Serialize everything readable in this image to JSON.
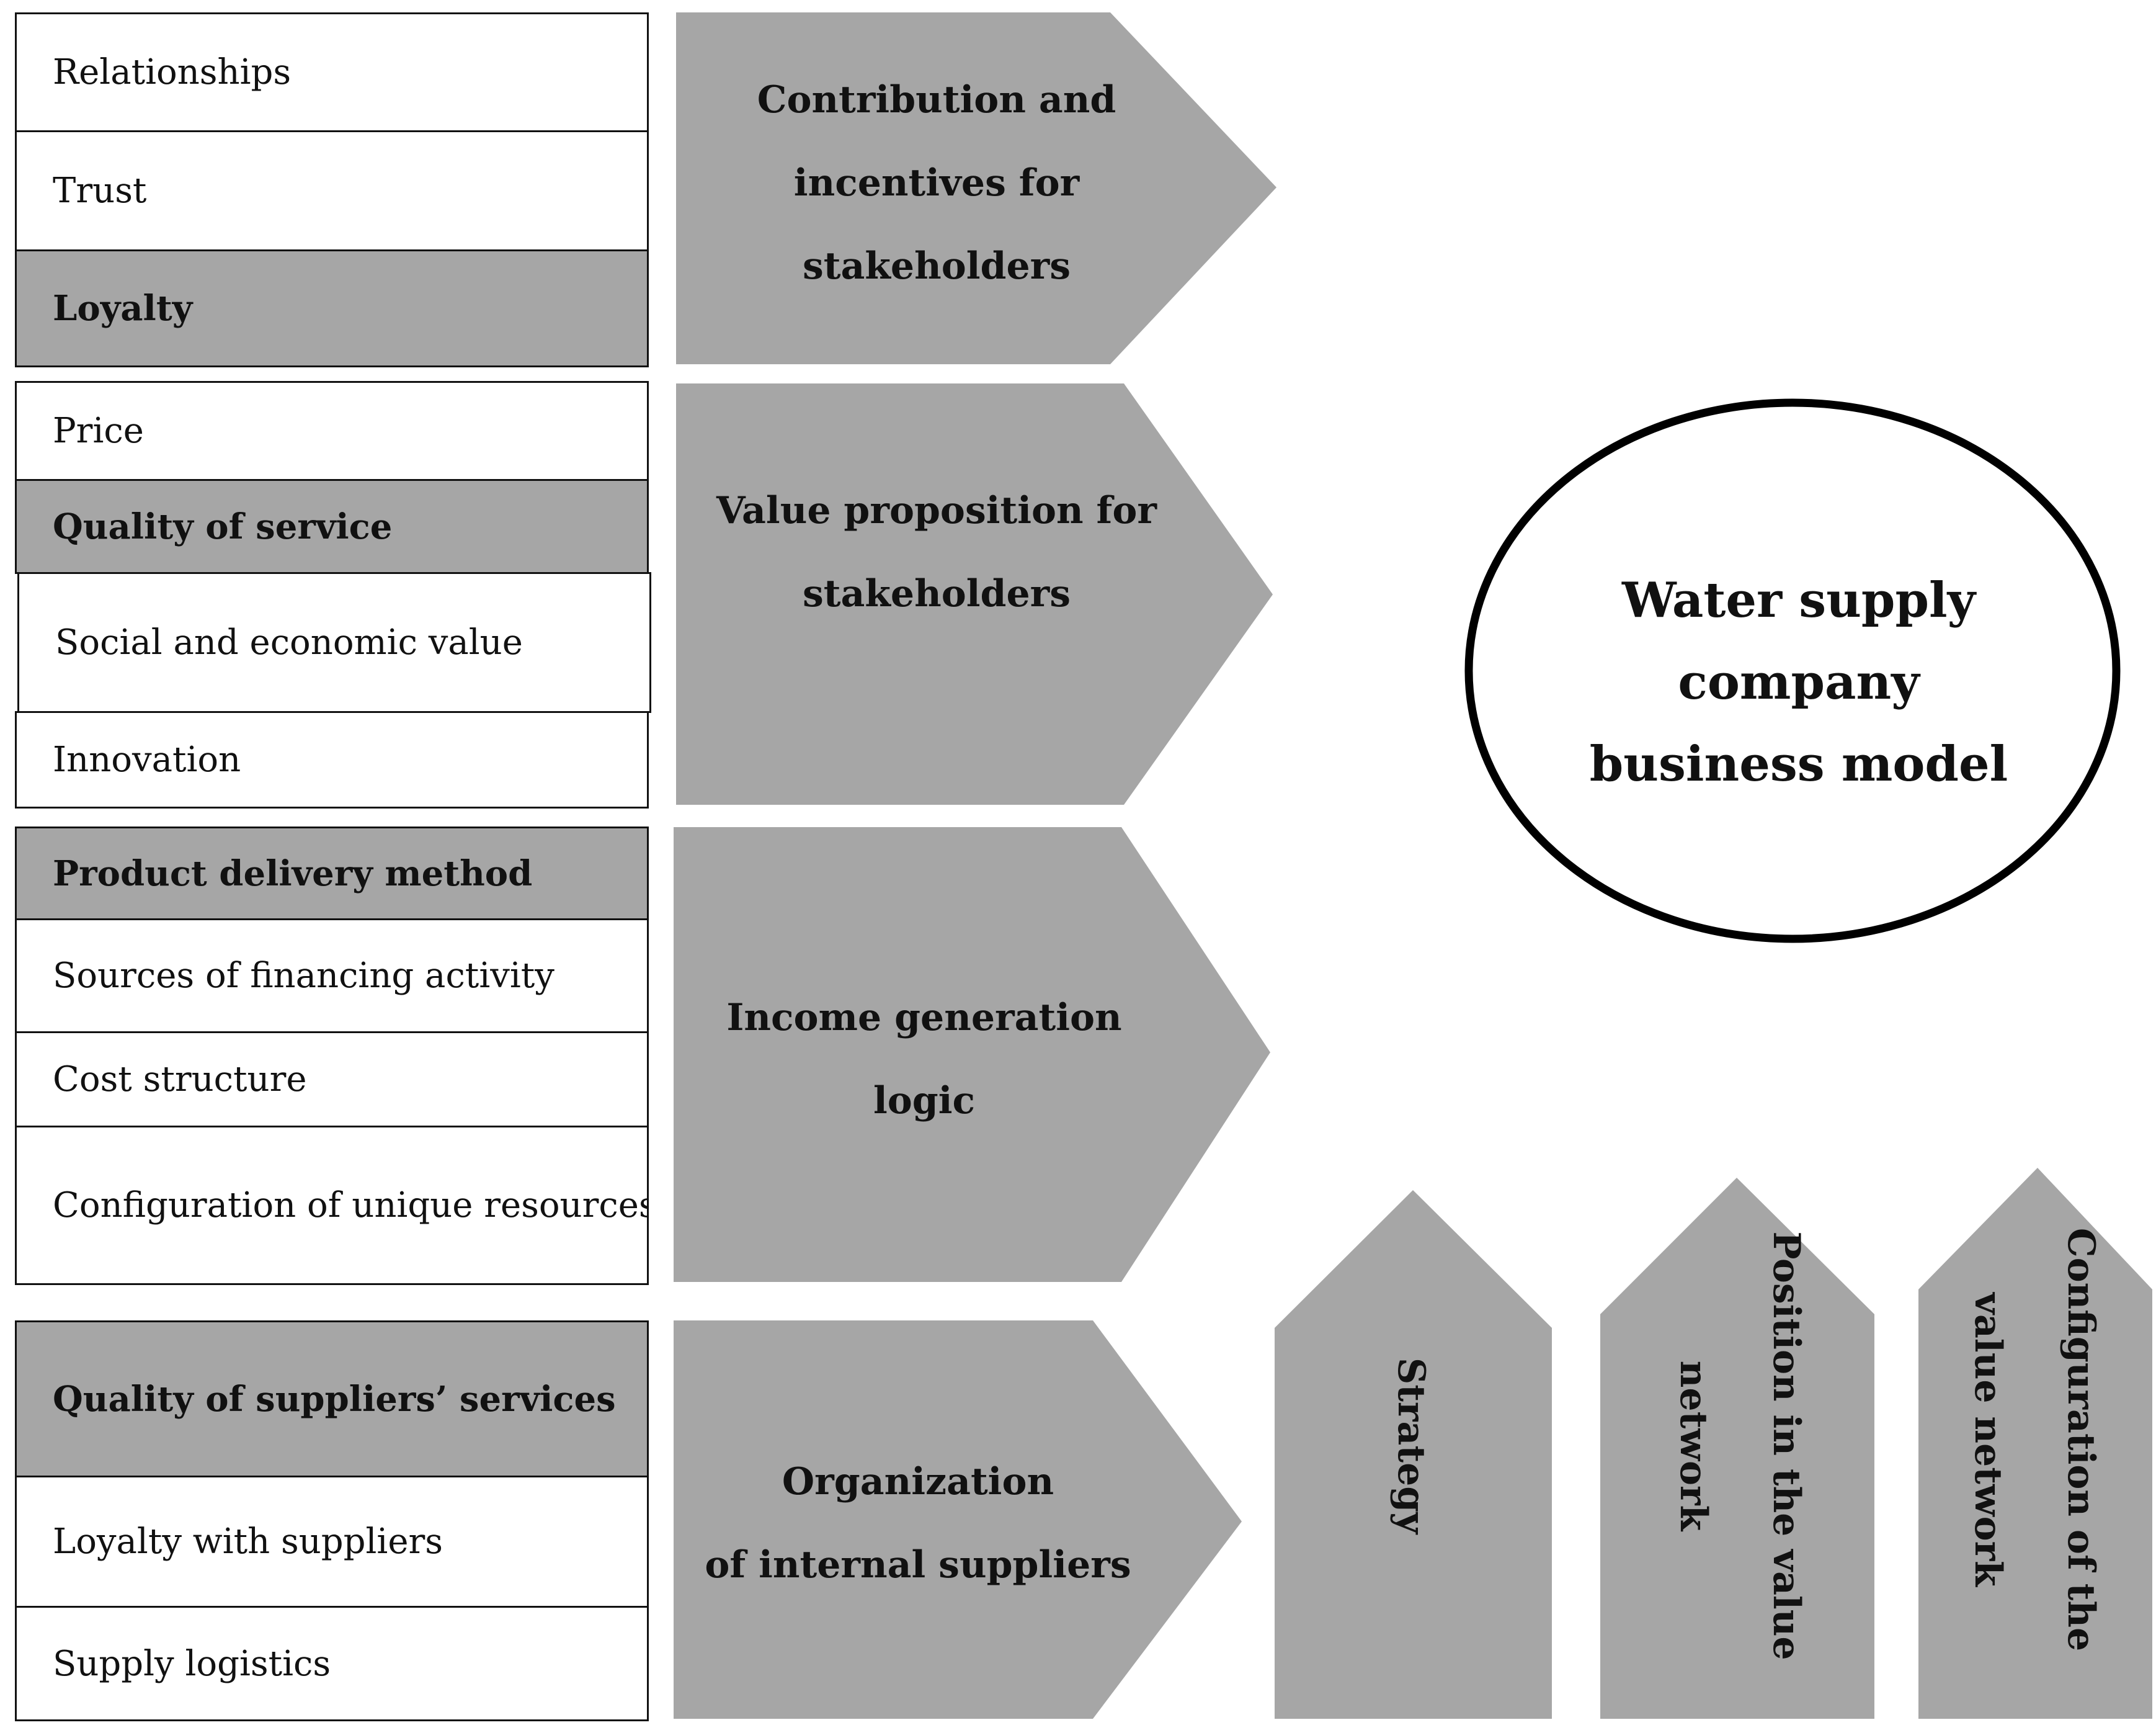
{
  "left_groups": [
    {
      "rows": [
        {
          "text": "Relationships",
          "highlight": false
        },
        {
          "text": "Trust",
          "highlight": false
        },
        {
          "text": "Loyalty",
          "highlight": true
        }
      ]
    },
    {
      "rows": [
        {
          "text": "Price",
          "highlight": false
        },
        {
          "text": "Quality of service",
          "highlight": true
        },
        {
          "text": "Social and economic value",
          "highlight": false
        },
        {
          "text": "Innovation",
          "highlight": false
        }
      ]
    },
    {
      "rows": [
        {
          "text": "Product delivery method",
          "highlight": true
        },
        {
          "text": "Sources of financing activity",
          "highlight": false
        },
        {
          "text": "Cost structure",
          "highlight": false
        },
        {
          "text": "Configuration of unique resources",
          "highlight": false
        }
      ]
    },
    {
      "rows": [
        {
          "text": "Quality of suppliers’ services",
          "highlight": true
        },
        {
          "text": "Loyalty with suppliers",
          "highlight": false
        },
        {
          "text": "Supply logistics",
          "highlight": false
        }
      ]
    }
  ],
  "arrows": [
    {
      "lines": [
        "Contribution and",
        "incentives for",
        "stakeholders"
      ]
    },
    {
      "lines": [
        "Value proposition for",
        "stakeholders"
      ]
    },
    {
      "lines": [
        "Income generation logic"
      ]
    },
    {
      "lines": [
        "Organization",
        "of internal suppliers"
      ]
    }
  ],
  "up_arrows": [
    {
      "lines": [
        "Strategy"
      ]
    },
    {
      "lines": [
        "Position in the value",
        "network"
      ]
    },
    {
      "lines": [
        "Configuration of the",
        "value network"
      ]
    }
  ],
  "center": {
    "lines": [
      "Water supply",
      "company",
      "business model"
    ]
  },
  "colors": {
    "fill": "#a6a6a6",
    "stroke": "#111111",
    "background": "#ffffff"
  }
}
